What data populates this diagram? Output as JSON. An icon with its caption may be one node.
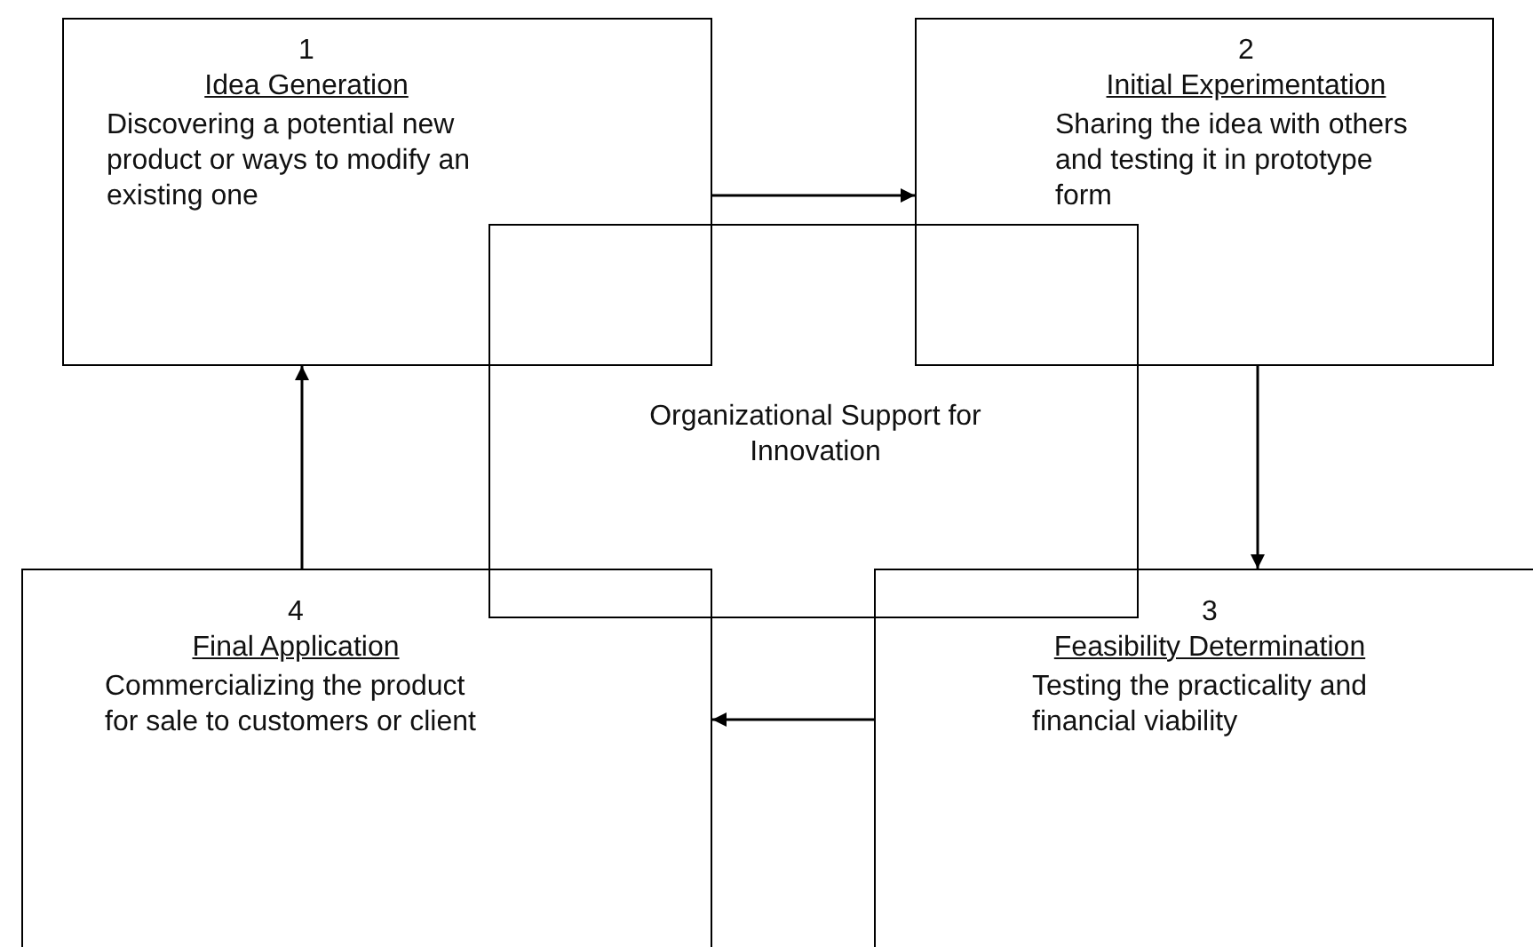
{
  "diagram": {
    "nodes": [
      {
        "text": [
          "1",
          "Idea Generation",
          "Discovering a potential new product or ways to modify an existing one"
        ]
      },
      {
        "text": [
          "2",
          "Initial Experimentation",
          "Sharing the idea with others and testing it in prototype form"
        ]
      },
      {
        "text": [
          "Organizational Support for Innovation"
        ]
      },
      {
        "text": [
          "4",
          "Final Application",
          "Commercializing the product for sale to customers or client"
        ]
      },
      {
        "text": [
          "3",
          "Feasibility Determination",
          "Testing the practicality and financial viability"
        ]
      }
    ],
    "edges": [
      {
        "from": 0,
        "to": 1,
        "arrow": "to"
      },
      {
        "from": 1,
        "to": 4,
        "arrow": "to"
      },
      {
        "from": 4,
        "to": 3,
        "arrow": "to"
      },
      {
        "from": 3,
        "to": 0,
        "arrow": "to"
      }
    ]
  }
}
